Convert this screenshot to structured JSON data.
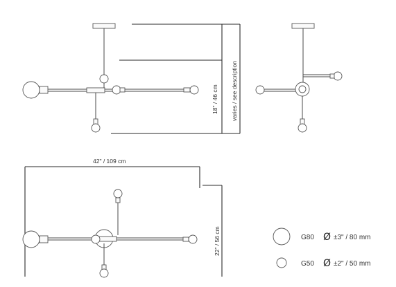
{
  "dimensions": {
    "height": "18\" / 46 cm",
    "drop": "varies / see description",
    "width": "42\" / 109 cm",
    "depth": "22\" / 56 cm"
  },
  "legend": [
    {
      "code": "G80",
      "symbol": "Ø",
      "size": "±3\" / 80 mm"
    },
    {
      "code": "G50",
      "symbol": "Ø",
      "size": "±2\" / 50 mm"
    }
  ]
}
